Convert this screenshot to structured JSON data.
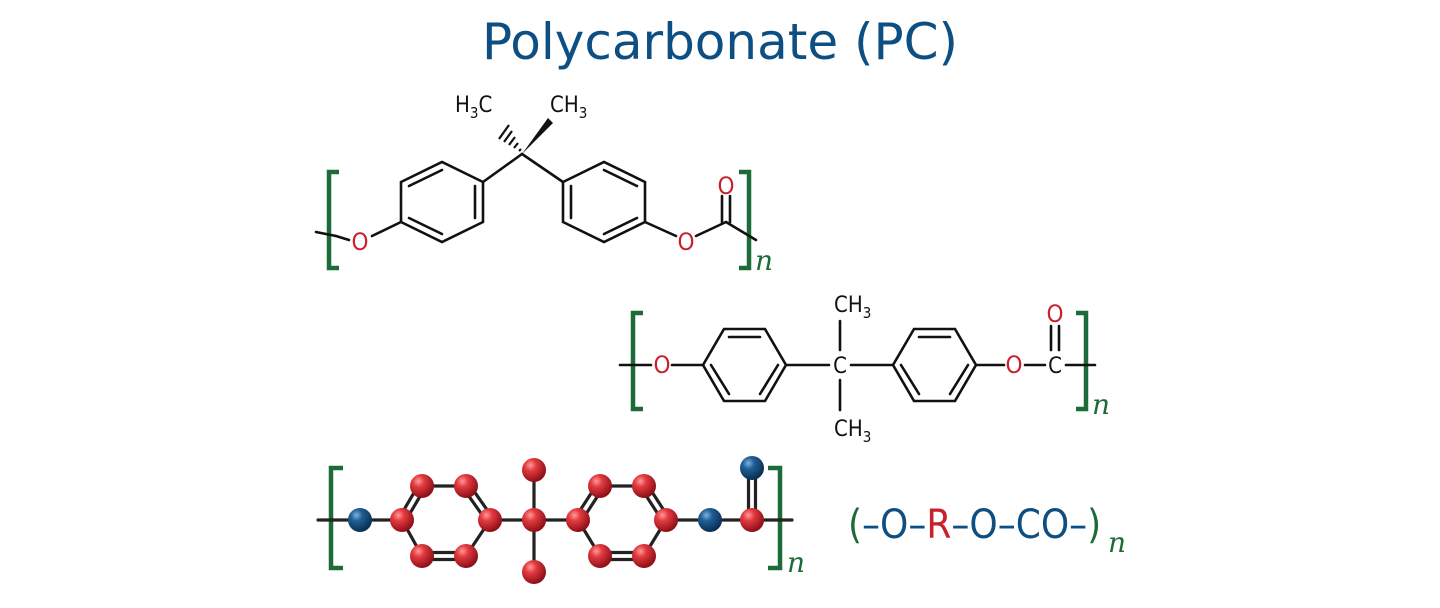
{
  "title": "Polycarbonate (PC)",
  "colors": {
    "title": "#0d4f82",
    "oxygen_label": "#c8202c",
    "bracket": "#1d6b38",
    "carbon_ball": "#c8202c",
    "oxygen_ball": "#15507f",
    "bond": "#111111"
  },
  "skeletal_formula": {
    "methyl_left": "H3C",
    "methyl_right": "CH3",
    "oxygen_left": "O",
    "oxygen_right": "O",
    "carbonyl_oxygen": "O",
    "repeat_subscript": "n"
  },
  "structural_formula": {
    "methyl_top": "CH3",
    "methyl_bottom": "CH3",
    "central_carbon": "C",
    "carbonyl_carbon": "C",
    "oxygen_left": "O",
    "oxygen_right": "O",
    "carbonyl_oxygen": "O",
    "repeat_subscript": "n"
  },
  "ball_and_stick": {
    "repeat_subscript": "n"
  },
  "general_formula": {
    "open": "(",
    "dash1": "–",
    "o1": "O",
    "dash2": "–",
    "r": "R",
    "dash3": "–",
    "o2": "O",
    "dash4": "–",
    "co": "CO",
    "dash5": "–",
    "close": ")",
    "repeat_subscript": "n"
  }
}
